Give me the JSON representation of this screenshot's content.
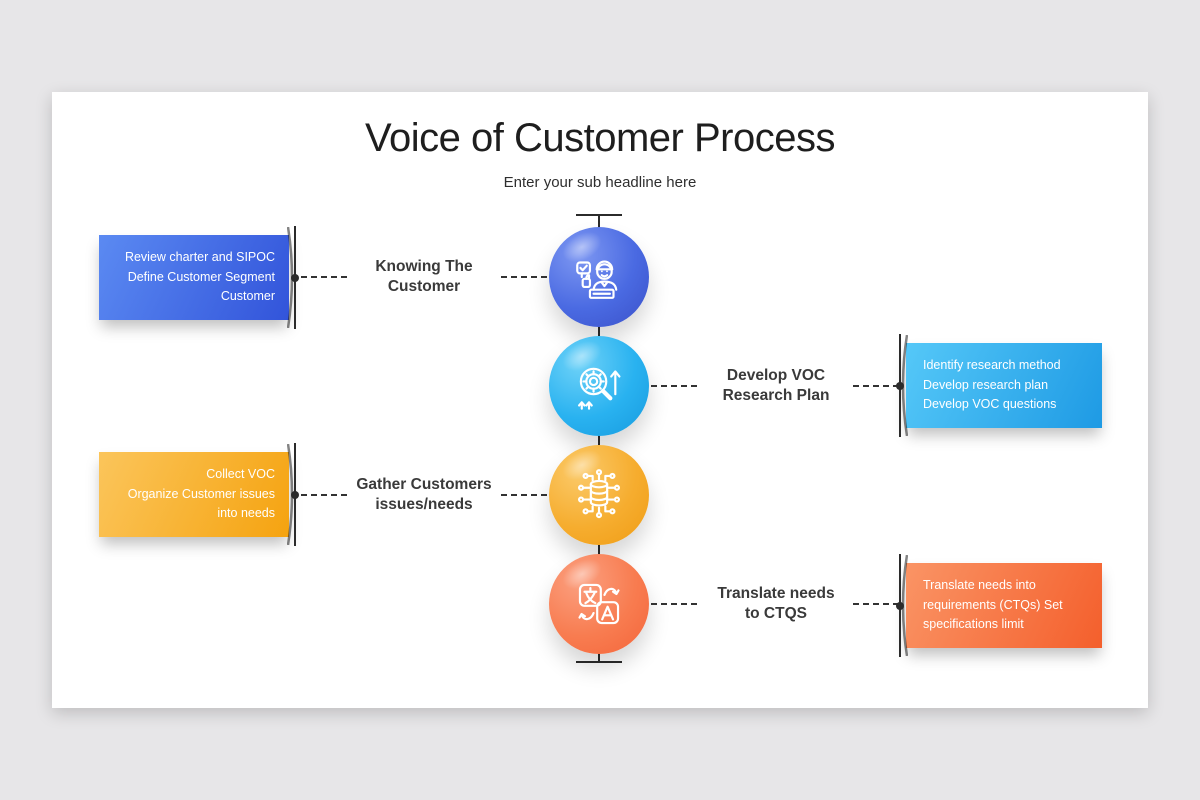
{
  "slide": {
    "title": "Voice of Customer Process",
    "subtitle": "Enter your sub headline here",
    "background": "#ffffff",
    "page_background": "#e7e6e8"
  },
  "connectors": {
    "color": "#2b2b2b",
    "dash_color": "#333333"
  },
  "steps": [
    {
      "side": "left",
      "icon": "customer-icon",
      "label_lines": [
        "Knowing The",
        "Customer"
      ],
      "box_lines": [
        "Review charter and SIPOC",
        "Define Customer Segment",
        "Customer"
      ],
      "colors": {
        "circle_base": "#4a6ae2",
        "circle_highlight": "#7e98f2",
        "circle_dark": "#3a50c8",
        "box_from": "#5b8af2",
        "box_to": "#3254da"
      }
    },
    {
      "side": "right",
      "icon": "research-icon",
      "label_lines": [
        "Develop VOC",
        "Research Plan"
      ],
      "box_lines": [
        "Identify research method",
        "Develop research plan",
        "Develop VOC questions"
      ],
      "colors": {
        "circle_base": "#29b2f0",
        "circle_highlight": "#6fd2f8",
        "circle_dark": "#179ade",
        "box_from": "#55c8f8",
        "box_to": "#1e9ae4"
      }
    },
    {
      "side": "left",
      "icon": "data-network-icon",
      "label_lines": [
        "Gather Customers",
        "issues/needs"
      ],
      "box_lines": [
        "Collect VOC",
        "Organize Customer issues",
        "into needs"
      ],
      "colors": {
        "circle_base": "#f6ad2f",
        "circle_highlight": "#fbca6a",
        "circle_dark": "#ef9c14",
        "box_from": "#fbc55b",
        "box_to": "#f5a310"
      }
    },
    {
      "side": "right",
      "icon": "translate-icon",
      "label_lines": [
        "Translate needs",
        "to CTQS"
      ],
      "box_lines": [
        "Translate needs into",
        "requirements (CTQs) Set",
        "specifications  limit"
      ],
      "colors": {
        "circle_base": "#f87c50",
        "circle_highlight": "#fba080",
        "circle_dark": "#f4653a",
        "box_from": "#fa9465",
        "box_to": "#f45f2c"
      }
    }
  ]
}
